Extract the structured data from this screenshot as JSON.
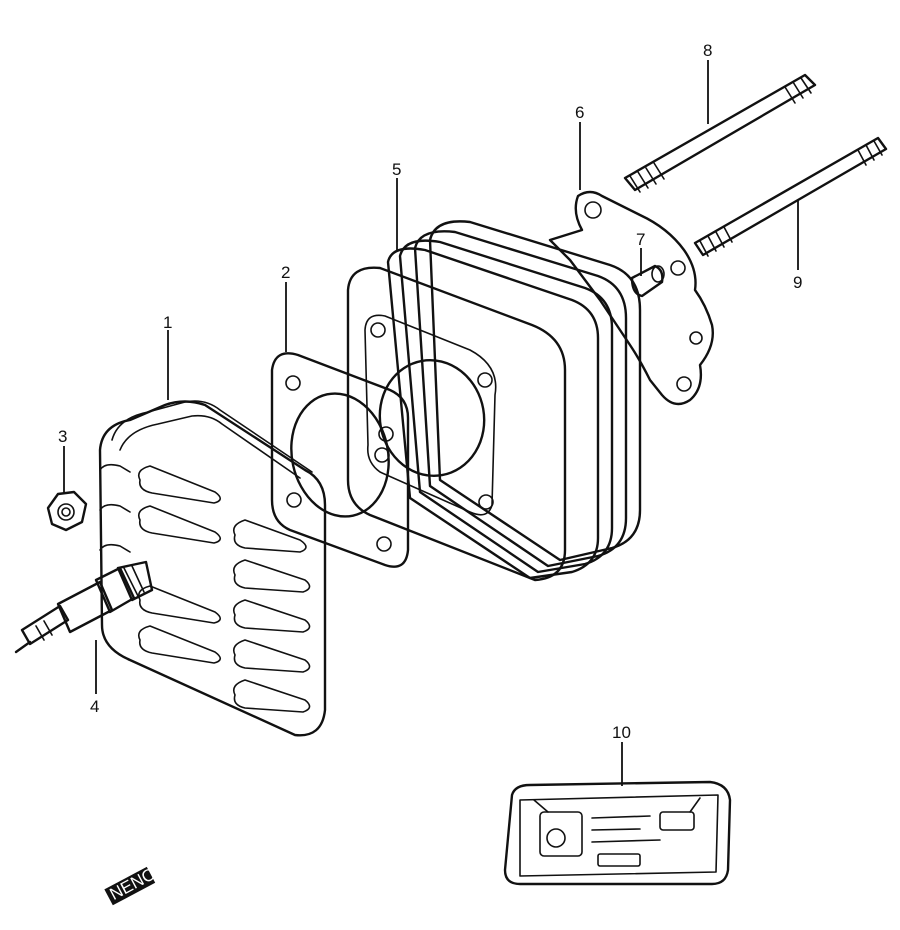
{
  "callouts": [
    {
      "id": "1",
      "text": "1"
    },
    {
      "id": "2",
      "text": "2"
    },
    {
      "id": "3",
      "text": "3"
    },
    {
      "id": "4",
      "text": "4"
    },
    {
      "id": "5",
      "text": "5"
    },
    {
      "id": "6",
      "text": "6"
    },
    {
      "id": "7",
      "text": "7"
    },
    {
      "id": "8",
      "text": "8"
    },
    {
      "id": "9",
      "text": "9"
    },
    {
      "id": "10",
      "text": "10"
    }
  ],
  "corner_mark": "NENC"
}
